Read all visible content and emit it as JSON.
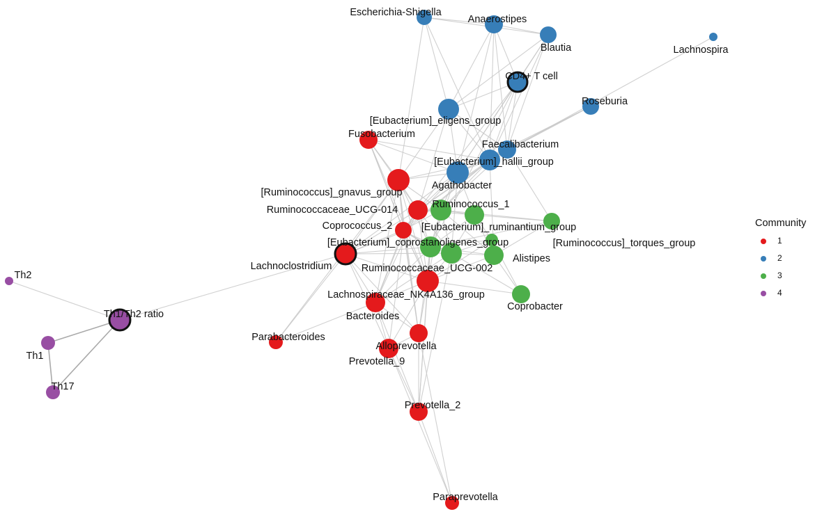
{
  "legend": {
    "title": "Community",
    "entries": [
      {
        "id": 1,
        "label": "1",
        "color": "#e41a1c"
      },
      {
        "id": 2,
        "label": "2",
        "color": "#377eb8"
      },
      {
        "id": 3,
        "label": "3",
        "color": "#4daf4a"
      },
      {
        "id": 4,
        "label": "4",
        "color": "#984ea3"
      }
    ]
  },
  "nodes": [
    {
      "id": "escherichia",
      "label": "Escherichia-Shigella",
      "community": 2
    },
    {
      "id": "anaerostipes",
      "label": "Anaerostipes",
      "community": 2
    },
    {
      "id": "blautia",
      "label": "Blautia",
      "community": 2
    },
    {
      "id": "lachnospira",
      "label": "Lachnospira",
      "community": 2
    },
    {
      "id": "cd4",
      "label": "CD4+ T cell",
      "community": 2,
      "highlighted": true
    },
    {
      "id": "roseburia",
      "label": "Roseburia",
      "community": 2
    },
    {
      "id": "eligens",
      "label": "[Eubacterium]_eligens_group",
      "community": 2
    },
    {
      "id": "faecali",
      "label": "Faecalibacterium",
      "community": 2
    },
    {
      "id": "hallii",
      "label": "[Eubacterium]_hallii_group",
      "community": 2
    },
    {
      "id": "agatho",
      "label": "Agathobacter",
      "community": 2
    },
    {
      "id": "fuso",
      "label": "Fusobacterium",
      "community": 1
    },
    {
      "id": "gnavus",
      "label": "[Ruminococcus]_gnavus_group",
      "community": 1
    },
    {
      "id": "ucg014",
      "label": "Ruminococcaceae_UCG-014",
      "community": 1
    },
    {
      "id": "copro2",
      "label": "Coprococcus_2",
      "community": 1
    },
    {
      "id": "coprostan_hub",
      "label": "",
      "community": 1
    },
    {
      "id": "lachnoclost",
      "label": "Lachnoclostridium",
      "community": 1,
      "highlighted": true
    },
    {
      "id": "nk4a136",
      "label": "Lachnospiraceae_NK4A136_group",
      "community": 1
    },
    {
      "id": "bacteroides",
      "label": "Bacteroides",
      "community": 1
    },
    {
      "id": "parabact",
      "label": "Parabacteroides",
      "community": 1
    },
    {
      "id": "allopre",
      "label": "Alloprevotella",
      "community": 1
    },
    {
      "id": "prev9",
      "label": "Prevotella_9",
      "community": 1
    },
    {
      "id": "prev2",
      "label": "Prevotella_2",
      "community": 1
    },
    {
      "id": "paraprev",
      "label": "Paraprevotella",
      "community": 1
    },
    {
      "id": "rumino1",
      "label": "Ruminococcus_1",
      "community": 3
    },
    {
      "id": "ruminant",
      "label": "[Eubacterium]_ruminantium_group",
      "community": 3
    },
    {
      "id": "torques",
      "label": "[Ruminococcus]_torques_group",
      "community": 3
    },
    {
      "id": "coprostan",
      "label": "[Eubacterium]_coprostanoligenes_group",
      "community": 3
    },
    {
      "id": "ucg002",
      "label": "Ruminococcaceae_UCG-002",
      "community": 3
    },
    {
      "id": "green_extra",
      "label": "",
      "community": 3
    },
    {
      "id": "alistipes",
      "label": "Alistipes",
      "community": 3
    },
    {
      "id": "coprobacter",
      "label": "Coprobacter",
      "community": 3
    },
    {
      "id": "th2",
      "label": "Th2",
      "community": 4
    },
    {
      "id": "ratio",
      "label": "Th1/Th2 ratio",
      "community": 4,
      "highlighted": true
    },
    {
      "id": "th1",
      "label": "Th1",
      "community": 4
    },
    {
      "id": "th17",
      "label": "Th17",
      "community": 4
    }
  ],
  "edges": [
    [
      "escherichia",
      "anaerostipes"
    ],
    [
      "escherichia",
      "blautia"
    ],
    [
      "escherichia",
      "eligens"
    ],
    [
      "escherichia",
      "hallii"
    ],
    [
      "escherichia",
      "gnavus"
    ],
    [
      "anaerostipes",
      "blautia"
    ],
    [
      "anaerostipes",
      "cd4"
    ],
    [
      "anaerostipes",
      "eligens"
    ],
    [
      "anaerostipes",
      "hallii"
    ],
    [
      "anaerostipes",
      "agatho"
    ],
    [
      "anaerostipes",
      "faecali"
    ],
    [
      "blautia",
      "cd4"
    ],
    [
      "blautia",
      "hallii"
    ],
    [
      "blautia",
      "agatho"
    ],
    [
      "blautia",
      "faecali"
    ],
    [
      "blautia",
      "eligens"
    ],
    [
      "lachnospira",
      "hallii"
    ],
    [
      "cd4",
      "eligens"
    ],
    [
      "cd4",
      "hallii"
    ],
    [
      "cd4",
      "agatho"
    ],
    [
      "cd4",
      "faecali"
    ],
    [
      "cd4",
      "ucg014"
    ],
    [
      "cd4",
      "coprostan"
    ],
    [
      "roseburia",
      "faecali"
    ],
    [
      "roseburia",
      "hallii"
    ],
    [
      "roseburia",
      "agatho"
    ],
    [
      "eligens",
      "hallii"
    ],
    [
      "eligens",
      "agatho"
    ],
    [
      "eligens",
      "faecali"
    ],
    [
      "eligens",
      "gnavus"
    ],
    [
      "eligens",
      "ucg014"
    ],
    [
      "faecali",
      "hallii"
    ],
    [
      "faecali",
      "agatho"
    ],
    [
      "faecali",
      "torques"
    ],
    [
      "faecali",
      "rumino1"
    ],
    [
      "faecali",
      "ucg014"
    ],
    [
      "hallii",
      "agatho"
    ],
    [
      "hallii",
      "ucg014"
    ],
    [
      "hallii",
      "copro2"
    ],
    [
      "hallii",
      "coprostan_hub"
    ],
    [
      "hallii",
      "alistipes"
    ],
    [
      "hallii",
      "gnavus"
    ],
    [
      "hallii",
      "fuso"
    ],
    [
      "hallii",
      "rumino1"
    ],
    [
      "agatho",
      "gnavus"
    ],
    [
      "agatho",
      "ucg014"
    ],
    [
      "agatho",
      "copro2"
    ],
    [
      "agatho",
      "lachnoclost"
    ],
    [
      "agatho",
      "fuso"
    ],
    [
      "agatho",
      "rumino1"
    ],
    [
      "agatho",
      "ruminant"
    ],
    [
      "agatho",
      "coprostan"
    ],
    [
      "agatho",
      "ucg002"
    ],
    [
      "fuso",
      "gnavus"
    ],
    [
      "fuso",
      "ucg014"
    ],
    [
      "fuso",
      "copro2"
    ],
    [
      "fuso",
      "coprostan_hub"
    ],
    [
      "fuso",
      "nk4a136"
    ],
    [
      "gnavus",
      "ucg014"
    ],
    [
      "gnavus",
      "copro2"
    ],
    [
      "gnavus",
      "coprostan_hub"
    ],
    [
      "gnavus",
      "lachnoclost"
    ],
    [
      "gnavus",
      "rumino1"
    ],
    [
      "gnavus",
      "coprostan"
    ],
    [
      "gnavus",
      "nk4a136"
    ],
    [
      "gnavus",
      "bacteroides"
    ],
    [
      "gnavus",
      "allopre"
    ],
    [
      "gnavus",
      "parabact"
    ],
    [
      "ucg014",
      "copro2"
    ],
    [
      "ucg014",
      "coprostan_hub"
    ],
    [
      "ucg014",
      "lachnoclost"
    ],
    [
      "ucg014",
      "rumino1"
    ],
    [
      "ucg014",
      "ruminant"
    ],
    [
      "ucg014",
      "coprostan"
    ],
    [
      "ucg014",
      "ucg002"
    ],
    [
      "ucg014",
      "nk4a136"
    ],
    [
      "ucg014",
      "bacteroides"
    ],
    [
      "copro2",
      "coprostan_hub"
    ],
    [
      "copro2",
      "lachnoclost"
    ],
    [
      "copro2",
      "rumino1"
    ],
    [
      "copro2",
      "coprostan"
    ],
    [
      "copro2",
      "nk4a136"
    ],
    [
      "copro2",
      "bacteroides"
    ],
    [
      "copro2",
      "allopre"
    ],
    [
      "coprostan_hub",
      "lachnoclost"
    ],
    [
      "coprostan_hub",
      "coprostan"
    ],
    [
      "coprostan_hub",
      "ucg002"
    ],
    [
      "coprostan_hub",
      "nk4a136"
    ],
    [
      "coprostan_hub",
      "bacteroides"
    ],
    [
      "coprostan_hub",
      "prev9"
    ],
    [
      "coprostan_hub",
      "allopre"
    ],
    [
      "lachnoclost",
      "ratio"
    ],
    [
      "lachnoclost",
      "coprostan"
    ],
    [
      "lachnoclost",
      "ucg002"
    ],
    [
      "lachnoclost",
      "nk4a136"
    ],
    [
      "lachnoclost",
      "bacteroides"
    ],
    [
      "lachnoclost",
      "parabact"
    ],
    [
      "lachnoclost",
      "allopre"
    ],
    [
      "lachnoclost",
      "prev9"
    ],
    [
      "rumino1",
      "ruminant"
    ],
    [
      "rumino1",
      "coprostan"
    ],
    [
      "rumino1",
      "ucg002"
    ],
    [
      "rumino1",
      "alistipes"
    ],
    [
      "rumino1",
      "torques"
    ],
    [
      "rumino1",
      "nk4a136"
    ],
    [
      "ruminant",
      "coprostan"
    ],
    [
      "ruminant",
      "ucg002"
    ],
    [
      "ruminant",
      "alistipes"
    ],
    [
      "ruminant",
      "green_extra"
    ],
    [
      "ruminant",
      "torques"
    ],
    [
      "torques",
      "alistipes"
    ],
    [
      "torques",
      "coprostan"
    ],
    [
      "coprostan",
      "ucg002"
    ],
    [
      "coprostan",
      "green_extra"
    ],
    [
      "coprostan",
      "nk4a136"
    ],
    [
      "coprostan",
      "alistipes"
    ],
    [
      "coprostan",
      "bacteroides"
    ],
    [
      "coprostan",
      "prev2"
    ],
    [
      "coprostan",
      "allopre"
    ],
    [
      "ucg002",
      "green_extra"
    ],
    [
      "ucg002",
      "nk4a136"
    ],
    [
      "ucg002",
      "alistipes"
    ],
    [
      "ucg002",
      "coprobacter"
    ],
    [
      "ucg002",
      "bacteroides"
    ],
    [
      "ucg002",
      "prev2"
    ],
    [
      "green_extra",
      "alistipes"
    ],
    [
      "green_extra",
      "coprobacter"
    ],
    [
      "green_extra",
      "nk4a136"
    ],
    [
      "alistipes",
      "coprobacter"
    ],
    [
      "alistipes",
      "nk4a136"
    ],
    [
      "nk4a136",
      "coprobacter"
    ],
    [
      "nk4a136",
      "bacteroides"
    ],
    [
      "nk4a136",
      "allopre"
    ],
    [
      "nk4a136",
      "prev9"
    ],
    [
      "nk4a136",
      "prev2"
    ],
    [
      "bacteroides",
      "allopre"
    ],
    [
      "bacteroides",
      "prev9"
    ],
    [
      "bacteroides",
      "parabact"
    ],
    [
      "bacteroides",
      "prev2"
    ],
    [
      "allopre",
      "prev9"
    ],
    [
      "allopre",
      "prev2"
    ],
    [
      "allopre",
      "paraprev"
    ],
    [
      "prev9",
      "prev2"
    ],
    [
      "prev9",
      "paraprev"
    ],
    [
      "prev2",
      "paraprev"
    ],
    [
      "ratio",
      "th2"
    ],
    [
      "ratio",
      "th1"
    ],
    [
      "ratio",
      "th17"
    ],
    [
      "th1",
      "th17"
    ]
  ]
}
